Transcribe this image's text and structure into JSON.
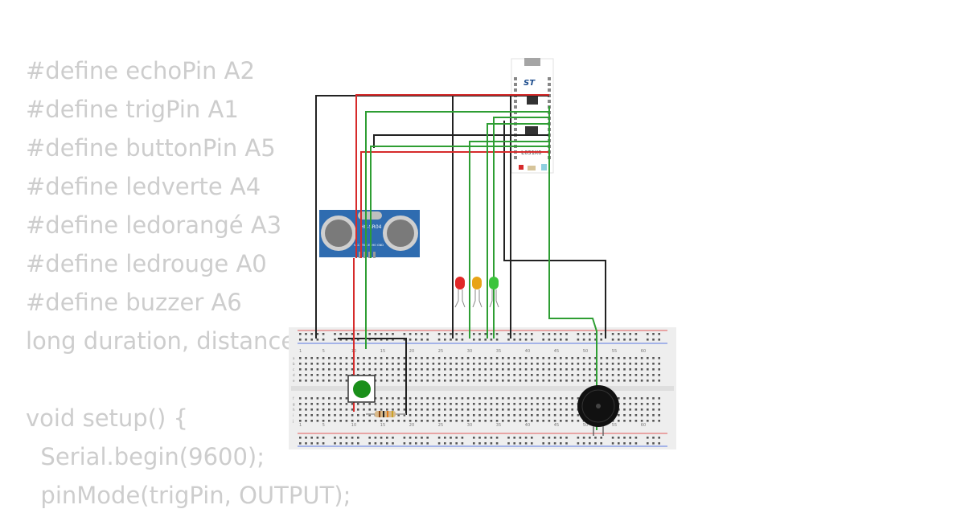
{
  "code_lines": [
    "#define echoPin A2",
    "#define trigPin A1",
    "#define buttonPin A5",
    "#define ledverte A4",
    "#define ledorangé A3",
    "#define ledrouge A0",
    "#define buzzer A6",
    "long duration, distance",
    "",
    "void setup() {",
    "  Serial.begin(9600);",
    "  pinMode(trigPin, OUTPUT);"
  ],
  "sensor_label": "HC-SR04",
  "sensor_pins": "VCC TRIG ECHO GND",
  "mcu_chip_label": "L031K6",
  "mcu_logo": "ST",
  "breadboard_numbers": [
    "1",
    "5",
    "10",
    "15",
    "20",
    "25",
    "30",
    "35",
    "40",
    "45",
    "50",
    "55",
    "60"
  ],
  "breadboard_rows_top": [
    "a",
    "b",
    "c",
    "d",
    "e"
  ],
  "breadboard_rows_bottom": [
    "f",
    "g",
    "h",
    "i",
    "j"
  ],
  "colors": {
    "wire_black": "#222222",
    "wire_red": "#d62b2b",
    "wire_green": "#2e9e33",
    "led_red": "#e02828",
    "led_orange": "#e8a317",
    "led_green": "#3cc43c",
    "button_cap": "#1a8f1a",
    "sensor_board": "#2f6cb0",
    "code_text": "#cdcdcd"
  }
}
